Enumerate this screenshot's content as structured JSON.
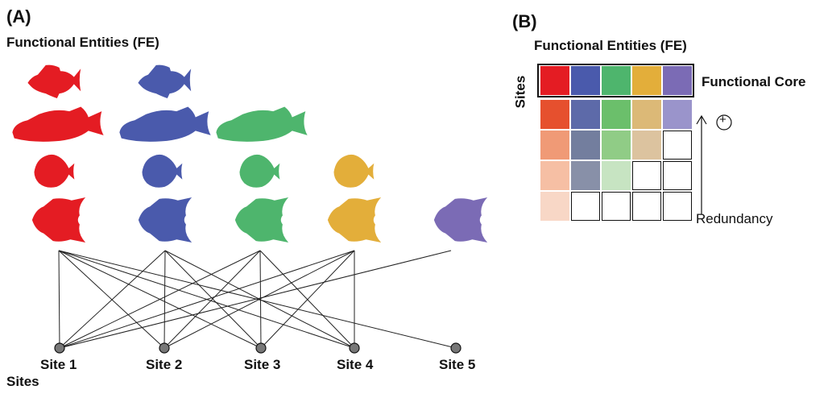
{
  "panel_a": {
    "letter": "(A)",
    "fe_title": "Functional Entities (FE)",
    "sites_title": "Sites",
    "sites": [
      "Site 1",
      "Site 2",
      "Site 3",
      "Site 4",
      "Site 5"
    ]
  },
  "panel_b": {
    "letter": "(B)",
    "fe_title": "Functional Entities (FE)",
    "sites_label": "Sites",
    "core_label": "Functional Core",
    "plus_symbol": "+",
    "redundancy_label": "Redundancy"
  },
  "colors": {
    "red": "#e41c23",
    "blue": "#4a5aac",
    "green": "#4eb56d",
    "yellow": "#e3ae3a",
    "purple": "#7b6bb5"
  },
  "fish_rows": [
    {
      "shape": "butterflyfish",
      "colors": [
        "red",
        "blue"
      ]
    },
    {
      "shape": "wrasse",
      "colors": [
        "red",
        "blue",
        "green"
      ]
    },
    {
      "shape": "surgeonfish",
      "colors": [
        "red",
        "blue",
        "green",
        "yellow"
      ]
    },
    {
      "shape": "angelfish",
      "colors": [
        "red",
        "blue",
        "green",
        "yellow",
        "purple"
      ]
    }
  ],
  "fe_sites": [
    [
      1,
      2,
      3,
      4,
      5
    ],
    [
      1,
      2,
      3,
      4
    ],
    [
      1,
      2,
      3,
      4
    ],
    [
      1,
      2,
      3,
      4
    ],
    [
      1
    ]
  ],
  "grid_rows": [
    [
      "#e41c23",
      "#4a5aac",
      "#4eb56d",
      "#e3ae3a",
      "#7b6bb5"
    ],
    [
      "#e6502e",
      "#5d6aa9",
      "#6bbf6b",
      "#dcb977",
      "#9a94cb"
    ],
    [
      "#f09a76",
      "#737e9e",
      "#90cc86",
      "#dcc39f",
      "empty"
    ],
    [
      "#f6bfa4",
      "#8890a8",
      "#c7e4c2",
      "empty",
      "empty"
    ],
    [
      "#f8d7c6",
      "empty",
      "empty",
      "empty",
      "empty"
    ]
  ]
}
